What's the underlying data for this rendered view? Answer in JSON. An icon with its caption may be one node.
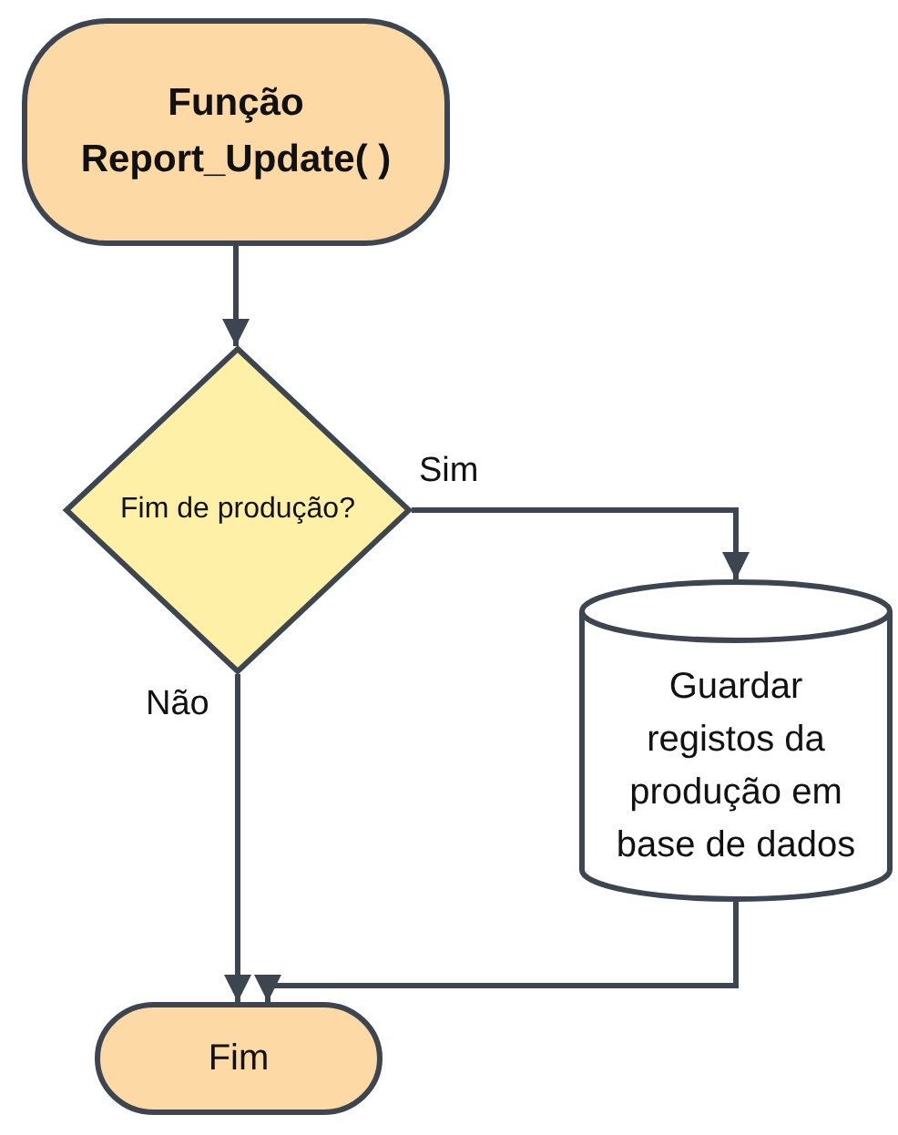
{
  "diagram": {
    "nodes": [
      {
        "text": [
          "Função Report_Update( )"
        ]
      },
      {
        "text": [
          "Fim de produção?"
        ]
      },
      {
        "text": [
          "Guardar registos da produção em base de dados"
        ]
      },
      {
        "text": [
          "Fim"
        ]
      }
    ],
    "edges": [
      {
        "from": 0,
        "to": 1,
        "arrow": "to"
      },
      {
        "from": 1,
        "to": 2,
        "arrow": "to",
        "label": "Sim"
      },
      {
        "from": 1,
        "to": 3,
        "arrow": "to",
        "label": "Não"
      },
      {
        "from": 2,
        "to": 3,
        "arrow": "to"
      }
    ]
  }
}
